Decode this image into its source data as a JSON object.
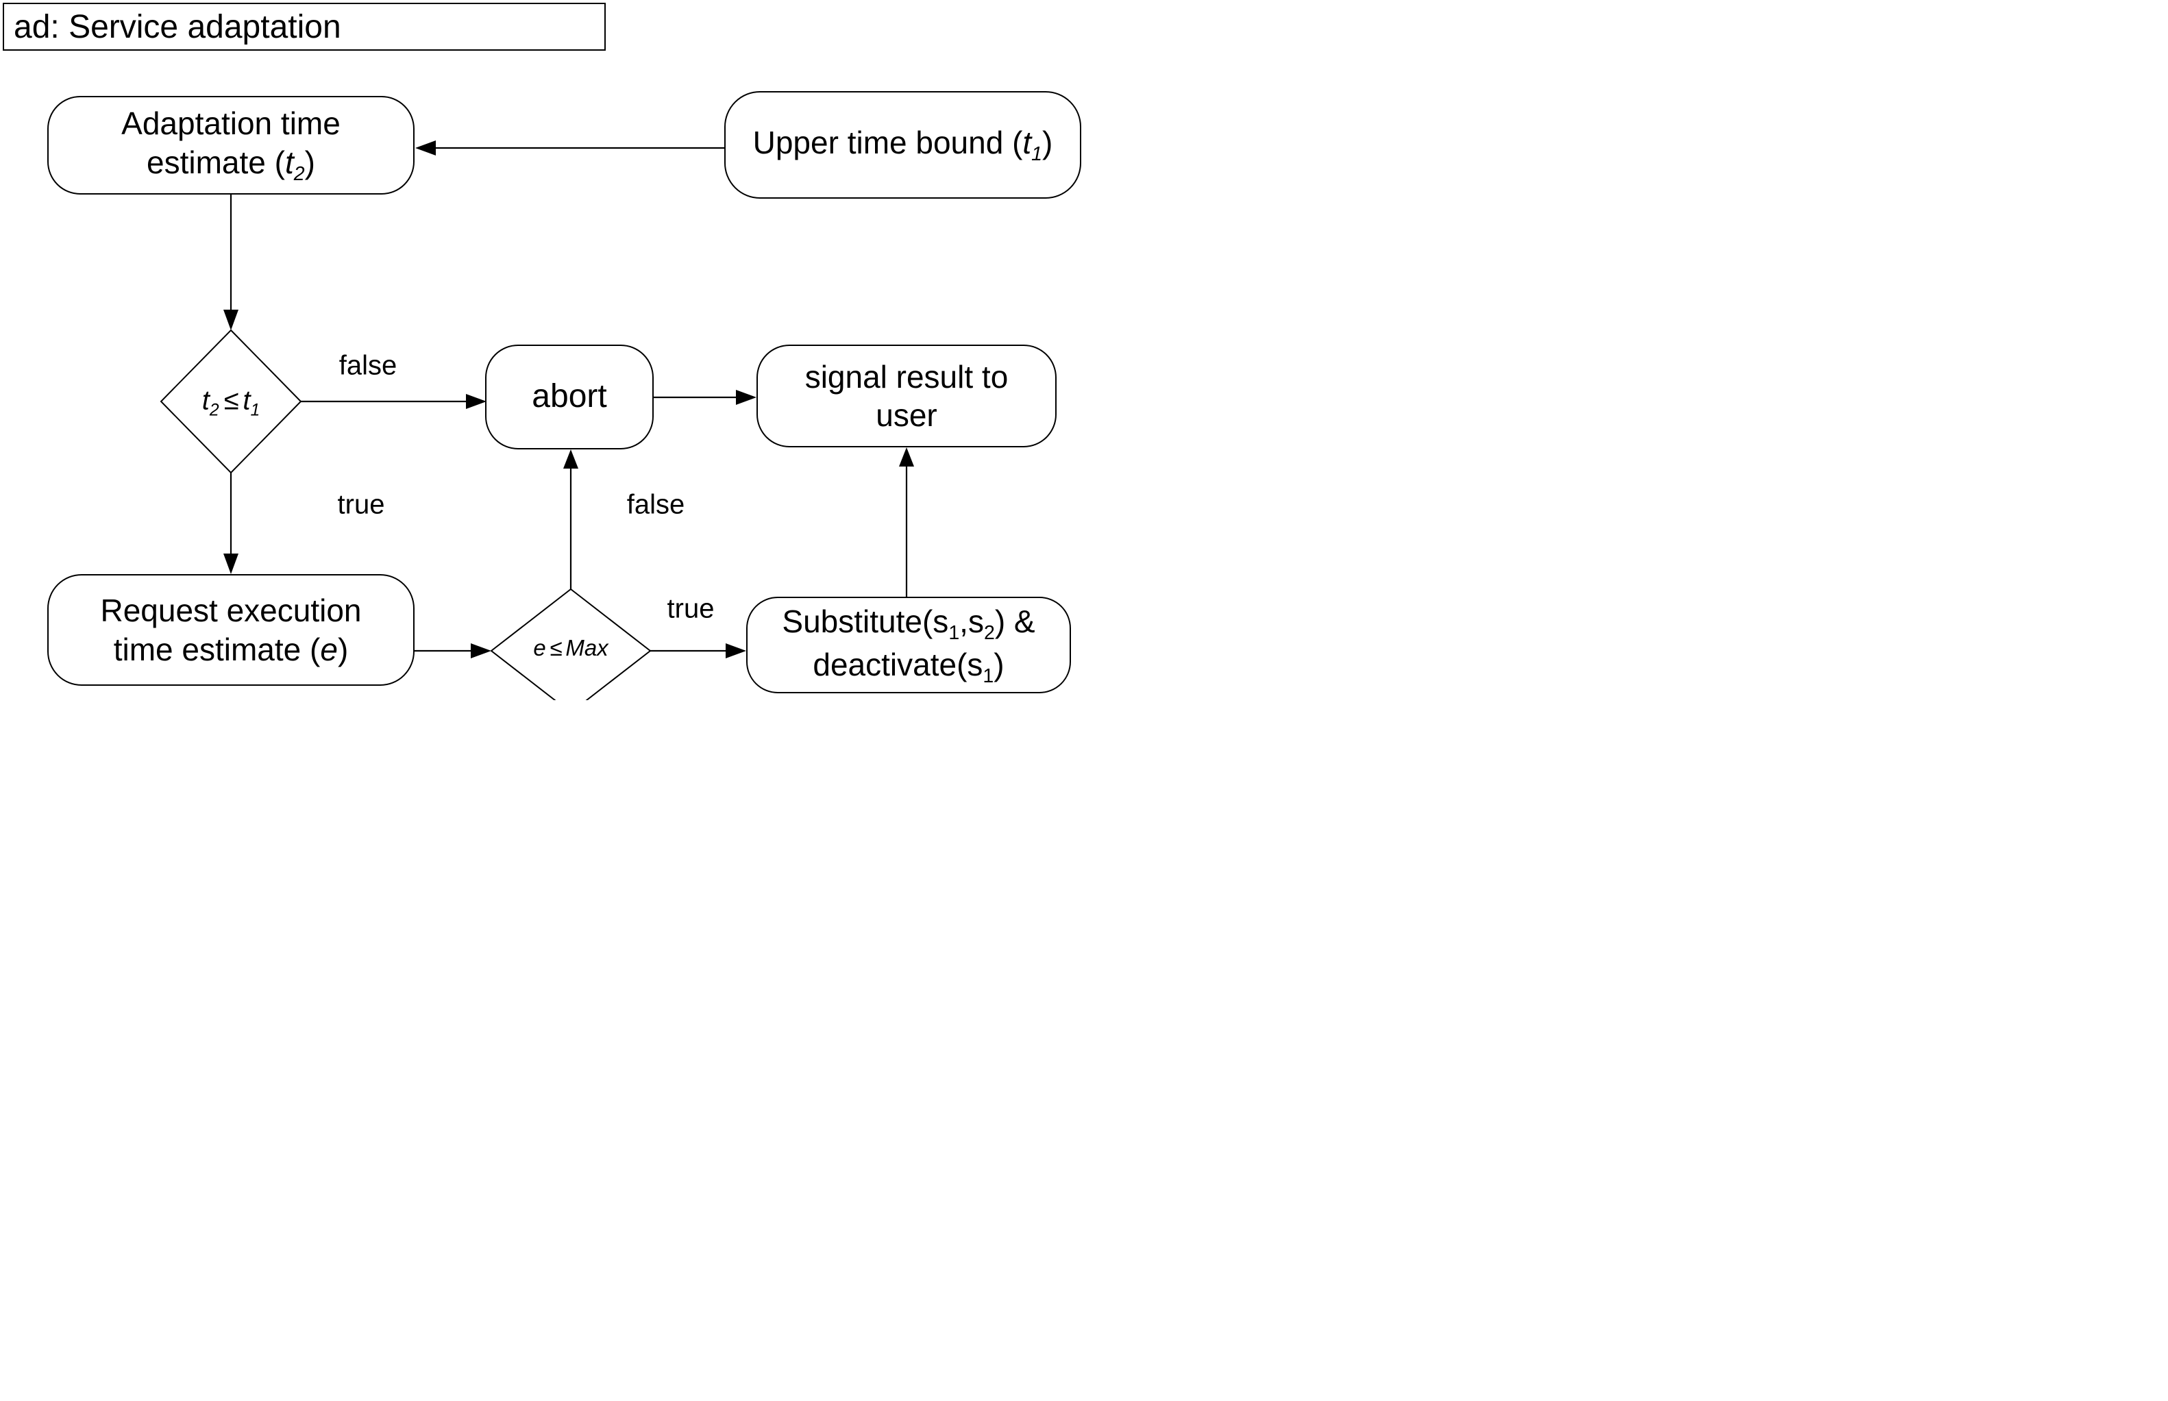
{
  "title": "ad: Service adaptation",
  "colors": {
    "ink": "#000000",
    "paper": "#ffffff"
  },
  "nodes": {
    "adaptation": {
      "line1": "Adaptation time",
      "line2_pre": "estimate (",
      "var": "t",
      "sub": "2",
      "line2_post": ")"
    },
    "upper": {
      "pre": "Upper time bound (",
      "var": "t",
      "sub": "1",
      "post": ")"
    },
    "abort": {
      "label": "abort"
    },
    "signal": {
      "line1": "signal result to",
      "line2": "user"
    },
    "request": {
      "line1": "Request execution",
      "line2_pre": "time estimate (",
      "var": "e",
      "line2_post": ")"
    },
    "substitute": {
      "l1_pre": "Substitute(s",
      "l1_sub1": "1",
      "l1_mid": ",s",
      "l1_sub2": "2",
      "l1_post": ") &",
      "l2_pre": "deactivate(s",
      "l2_sub": "1",
      "l2_post": ")"
    }
  },
  "decisions": {
    "time_check": {
      "var1": "t",
      "sub1": "2",
      "op": "≤",
      "var2": "t",
      "sub2": "1"
    },
    "exec_check": {
      "var1": "e",
      "op": "≤",
      "var2": "Max"
    }
  },
  "edge_labels": {
    "false1": "false",
    "true1": "true",
    "false2": "false",
    "true2": "true"
  }
}
